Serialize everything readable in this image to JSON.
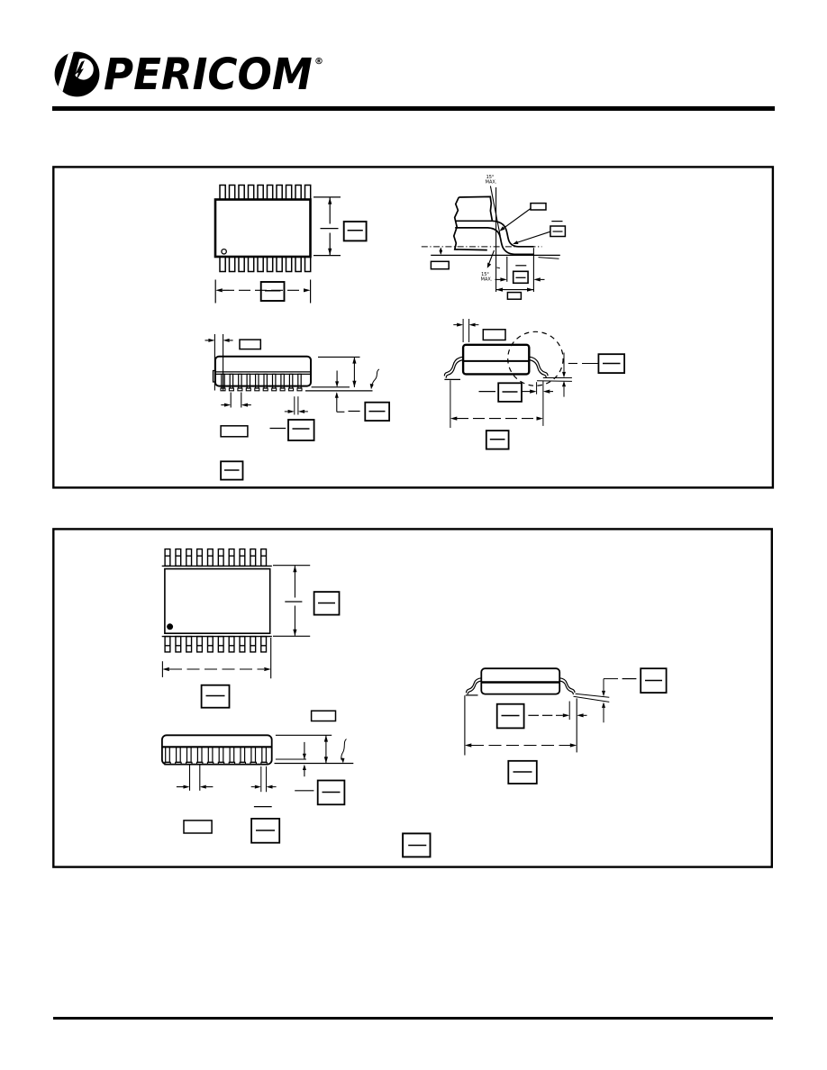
{
  "page": {
    "background": "#ffffff",
    "ink": "#000000"
  },
  "header": {
    "brand": "PERICOM",
    "registered_mark": "®",
    "logo_icon": "pericom-lightning-circle-icon"
  },
  "figure1": {
    "description": "20-lead package outline drawing with top view, lead-bend detail, side view and end view; all dimension callout boxes are blank",
    "lead_detail": {
      "top_angle": "15°",
      "top_angle_qualifier": "MAX.",
      "bottom_angle": "15°",
      "bottom_angle_qualifier": "MAX."
    }
  },
  "figure2": {
    "description": "20-lead package outline drawing with top view, side view and end view; all dimension callout boxes are blank"
  }
}
